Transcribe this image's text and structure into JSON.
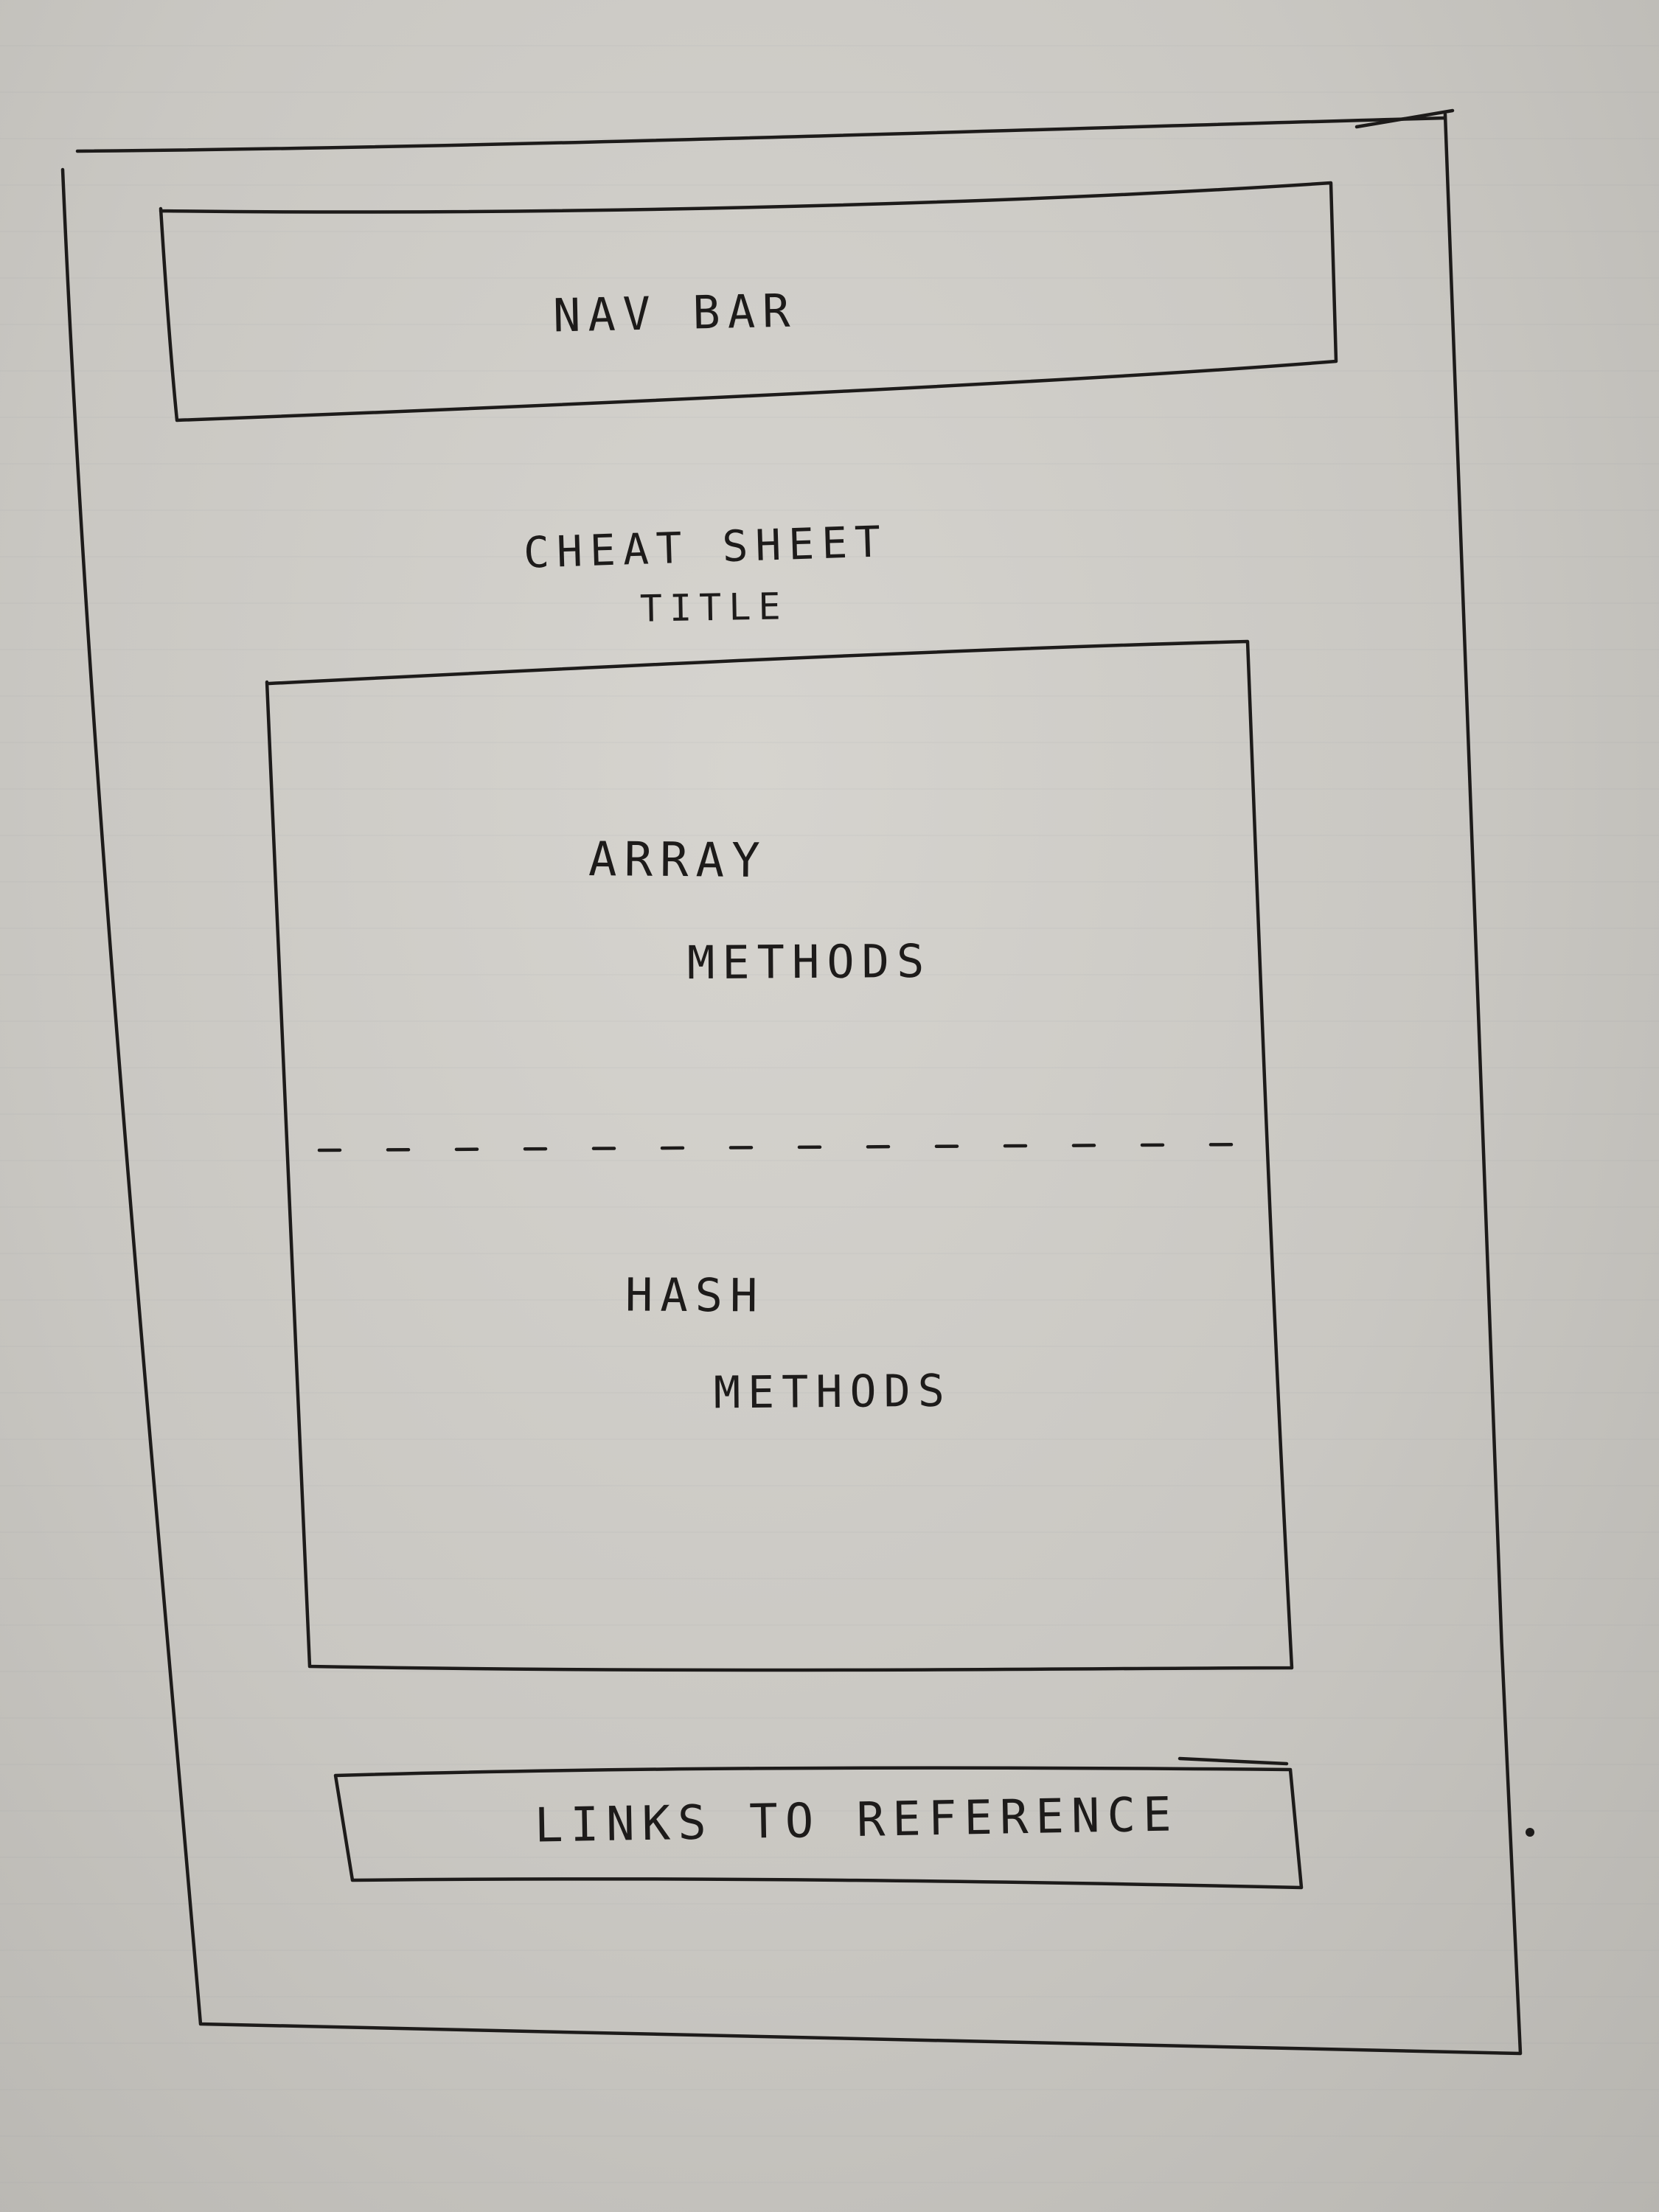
{
  "nav": {
    "label": "NAV BAR"
  },
  "title": {
    "line1": "CHEAT SHEET",
    "line2": "TITLE"
  },
  "content": {
    "array_line1": "ARRAY",
    "array_line2": "METHODS",
    "hash_line1": "HASH",
    "hash_line2": "METHODS"
  },
  "footer": {
    "label": "LINKS TO REFERENCE"
  },
  "colors": {
    "ink": "#1d1b1a",
    "paper": "#d2d0cb"
  }
}
